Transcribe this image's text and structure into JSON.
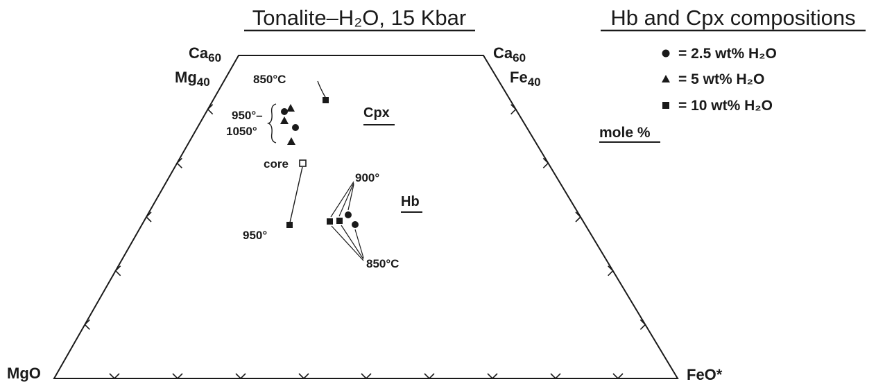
{
  "title": "Tonalite–H₂O, 15 Kbar",
  "legend_title": "Hb and Cpx compositions",
  "units": "mole %",
  "corners": {
    "top_left": "Ca₆₀ Mg₄₀",
    "top_right": "Ca₆₀ Fe₄₀",
    "bottom_left": "MgO",
    "bottom_right": "FeO*"
  },
  "legend": [
    {
      "symbol": "circle",
      "label": "= 2.5 wt% H₂O"
    },
    {
      "symbol": "triangle",
      "label": "= 5 wt% H₂O"
    },
    {
      "symbol": "square",
      "label": "= 10 wt% H₂O"
    }
  ],
  "fields": [
    "Cpx",
    "Hb"
  ],
  "annotations": {
    "cpx_850": "850°C",
    "cpx_950": "950°–",
    "cpx_1050": "1050°",
    "core": "core",
    "hb_950": "950°",
    "hb_900": "900°",
    "hb_850": "850°C"
  },
  "colors": {
    "ink": "#1a1a1a",
    "background": "#ffffff"
  }
}
